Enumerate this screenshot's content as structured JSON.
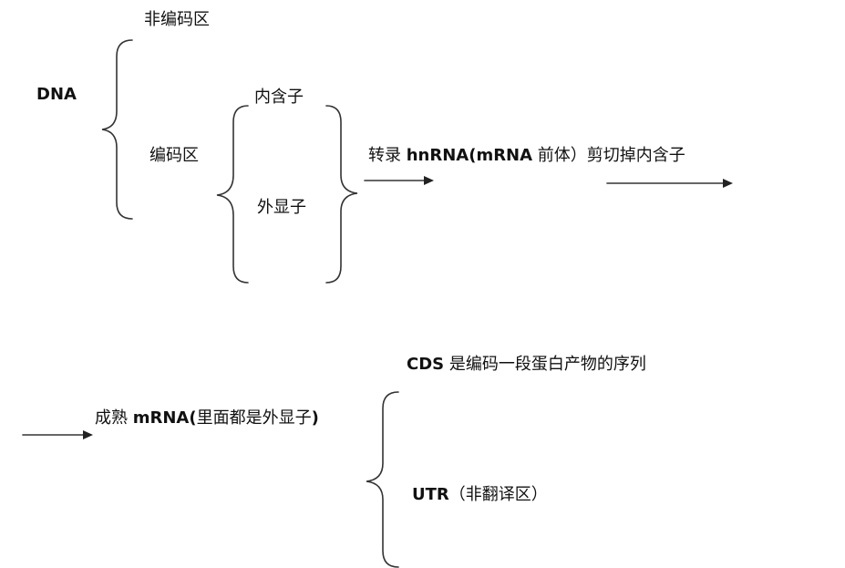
{
  "diagram": {
    "dna": {
      "label": "DNA"
    },
    "noncoding_region": {
      "label": "非编码区"
    },
    "coding_region": {
      "label": "编码区"
    },
    "intron": {
      "label": "内含子"
    },
    "exon": {
      "label": "外显子"
    },
    "transcription": {
      "verb": "转录",
      "product_bold": "hnRNA(mRNA",
      "product_rest": "前体）"
    },
    "splicing": {
      "label": "剪切掉内含子"
    },
    "mature": {
      "prefix": "成熟",
      "bold": "mRNA(",
      "rest": "里面都是外显子",
      "close": ")"
    },
    "cds": {
      "bold": "CDS",
      "rest": "是编码一段蛋白产物的序列"
    },
    "utr": {
      "bold": "UTR",
      "rest": "（非翻译区）"
    }
  },
  "colors": {
    "ink": "#111111",
    "background": "#ffffff"
  }
}
